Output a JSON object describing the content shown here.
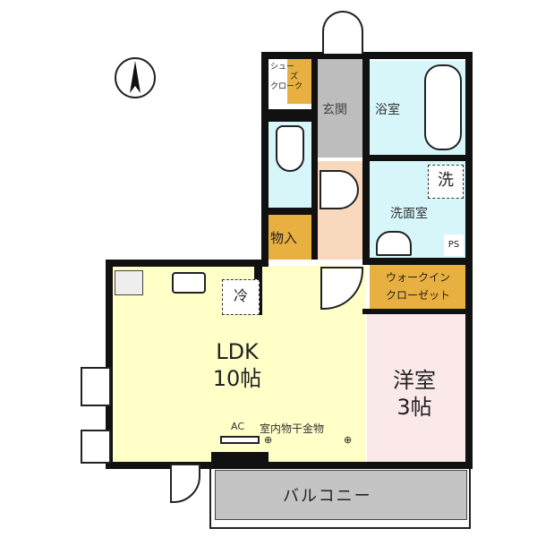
{
  "plan": {
    "rooms": {
      "ldk": {
        "name": "LDK",
        "size": "10帖"
      },
      "western": {
        "name": "洋室",
        "size": "3帖"
      },
      "entrance": "玄関",
      "bath": "浴室",
      "washroom": "洗面室",
      "washer_mark": "洗",
      "fridge_mark": "冷",
      "storage": "物入",
      "shoes_closet": {
        "line1": "シュー",
        "line2": "ズ",
        "line3": "クローク"
      },
      "walk_in_closet": {
        "line1": "ウォークイン",
        "line2": "クローゼット"
      },
      "ps": "PS",
      "balcony": "バルコニー"
    },
    "fixtures": {
      "ac": "AC",
      "drying_rail": "室内物干金物"
    }
  },
  "colors": {
    "ldk": "#ffffc8",
    "western": "#fbe9e9",
    "wet_area": "#d6f6fa",
    "storage": "#e8b040",
    "entrance": "#bdbdbd",
    "hallway": "#f8d9bd",
    "balcony": "#c4c4c4",
    "wall": "#111111"
  }
}
